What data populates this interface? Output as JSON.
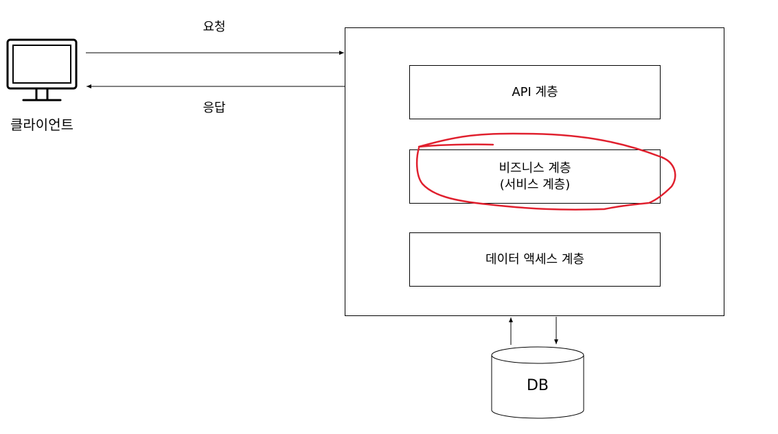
{
  "client": {
    "label": "클라이언트",
    "icon": "monitor-icon"
  },
  "request": {
    "label": "요청"
  },
  "response": {
    "label": "응답"
  },
  "server": {
    "layers": [
      {
        "id": "api",
        "lines": [
          "API 계층"
        ]
      },
      {
        "id": "business",
        "lines": [
          "비즈니스 계층",
          "(서비스 계층)"
        ],
        "highlighted": true
      },
      {
        "id": "data-access",
        "lines": [
          "데이터 액세스 계층"
        ]
      }
    ]
  },
  "database": {
    "label": "DB",
    "icon": "database-cylinder-icon"
  },
  "colors": {
    "stroke": "#000000",
    "highlight": "#e0202e",
    "background": "#ffffff"
  }
}
